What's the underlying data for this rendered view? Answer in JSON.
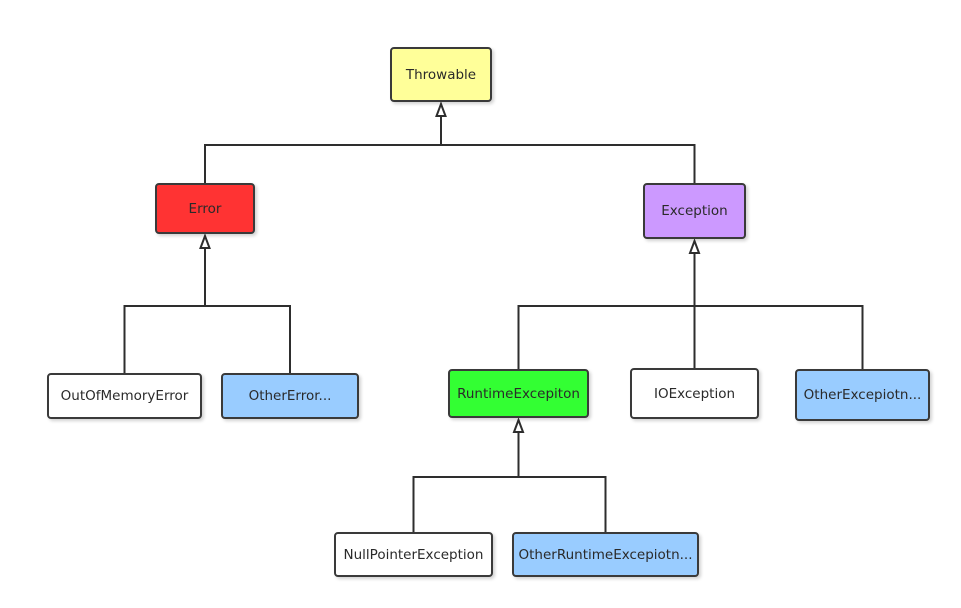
{
  "diagram": {
    "nodes": [
      {
        "id": "throwable",
        "label": "Throwable",
        "color": "#ffff99"
      },
      {
        "id": "error",
        "label": "Error",
        "color": "#ff3333"
      },
      {
        "id": "exception",
        "label": "Exception",
        "color": "#cc99ff"
      },
      {
        "id": "oom",
        "label": "OutOfMemoryError",
        "color": "#ffffff"
      },
      {
        "id": "othererror",
        "label": "OtherError...",
        "color": "#99ccff"
      },
      {
        "id": "runtime",
        "label": "RuntimeExcepiton",
        "color": "#33ff33"
      },
      {
        "id": "ioexception",
        "label": "IOException",
        "color": "#ffffff"
      },
      {
        "id": "otherexception",
        "label": "OtherExcepiotn...",
        "color": "#99ccff"
      },
      {
        "id": "npe",
        "label": "NullPointerException",
        "color": "#ffffff"
      },
      {
        "id": "otherruntime",
        "label": "OtherRuntimeExcepiotn...",
        "color": "#99ccff"
      }
    ],
    "edges": [
      {
        "from": "error",
        "to": "throwable"
      },
      {
        "from": "exception",
        "to": "throwable"
      },
      {
        "from": "oom",
        "to": "error"
      },
      {
        "from": "othererror",
        "to": "error"
      },
      {
        "from": "runtime",
        "to": "exception"
      },
      {
        "from": "ioexception",
        "to": "exception"
      },
      {
        "from": "otherexception",
        "to": "exception"
      },
      {
        "from": "npe",
        "to": "runtime"
      },
      {
        "from": "otherruntime",
        "to": "runtime"
      }
    ],
    "line_color": "#2e2e2e"
  }
}
